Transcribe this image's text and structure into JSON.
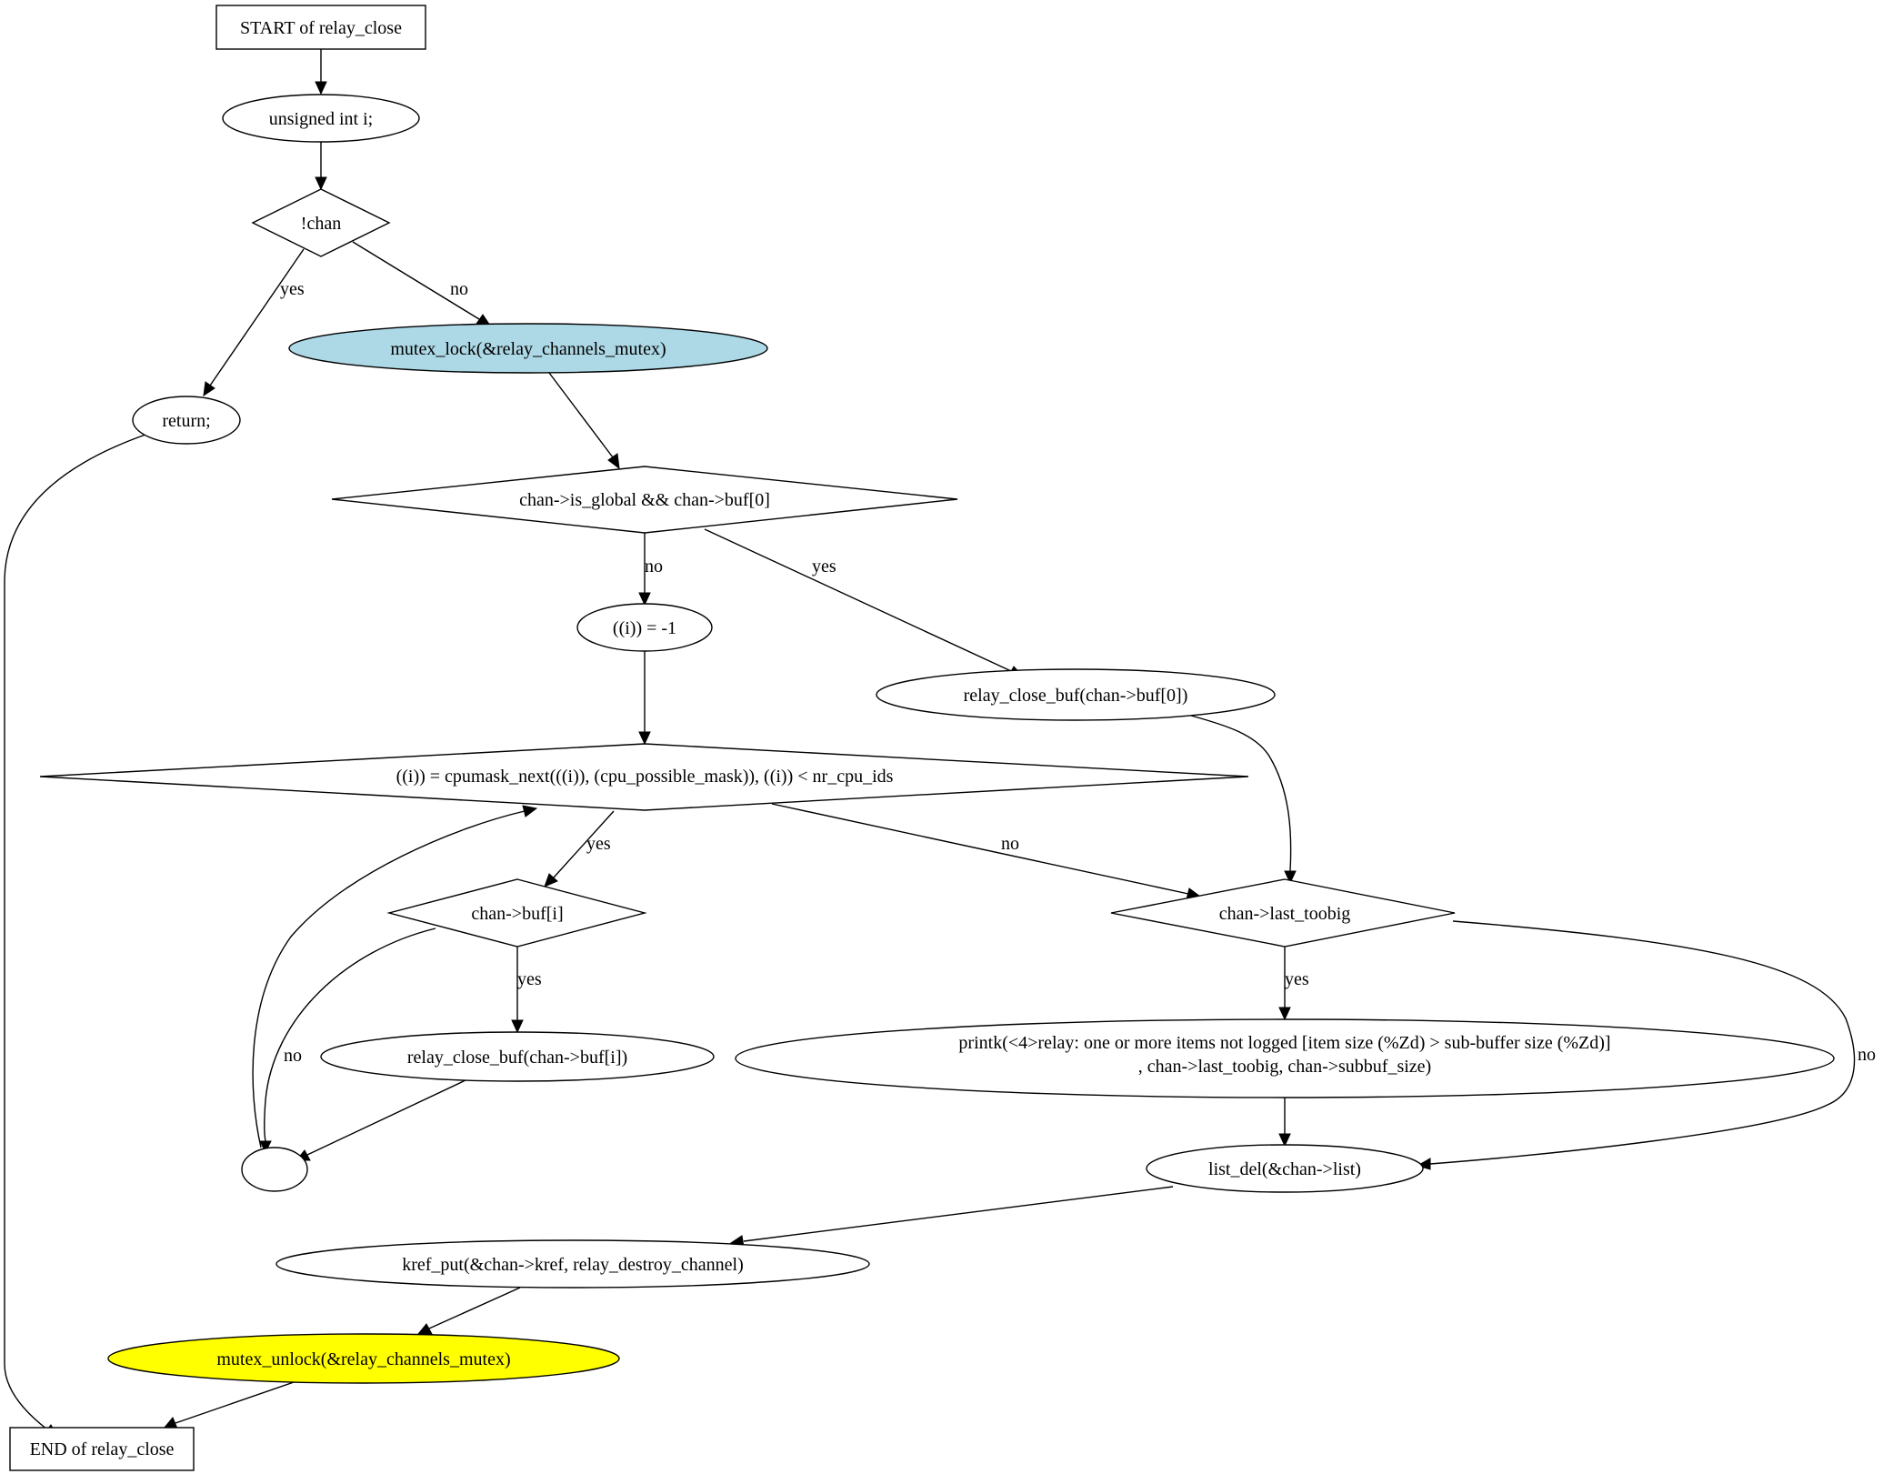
{
  "nodes": {
    "start": "START of relay_close",
    "decl": "unsigned int i;",
    "not_chan": "!chan",
    "ret": "return;",
    "mutex_lock": "mutex_lock(&relay_channels_mutex)",
    "is_global": "chan->is_global && chan->buf[0]",
    "init_i": "((i)) = -1",
    "close_buf0": "relay_close_buf(chan->buf[0])",
    "loop_cond": "((i)) = cpumask_next(((i)), (cpu_possible_mask)), ((i)) < nr_cpu_ids",
    "buf_i": "chan->buf[i]",
    "last_toobig": "chan->last_toobig",
    "close_buf_i": "relay_close_buf(chan->buf[i])",
    "printk_line1": "printk(<4>relay: one or more items not logged [item size (%Zd) > sub-buffer size (%Zd)]",
    "printk_line2": ", chan->last_toobig, chan->subbuf_size)",
    "list_del": "list_del(&chan->list)",
    "kref_put": "kref_put(&chan->kref, relay_destroy_channel)",
    "mutex_unlock": "mutex_unlock(&relay_channels_mutex)",
    "end": "END of relay_close"
  },
  "edge_labels": {
    "not_chan_yes": "yes",
    "not_chan_no": "no",
    "is_global_no": "no",
    "is_global_yes": "yes",
    "loop_yes": "yes",
    "loop_no": "no",
    "buf_i_yes": "yes",
    "buf_i_no": "no",
    "toobig_yes": "yes",
    "toobig_no": "no"
  },
  "colors": {
    "mutex_lock_fill": "#add8e6",
    "mutex_unlock_fill": "#ffff00",
    "default_fill": "#ffffff",
    "stroke": "#000000"
  }
}
